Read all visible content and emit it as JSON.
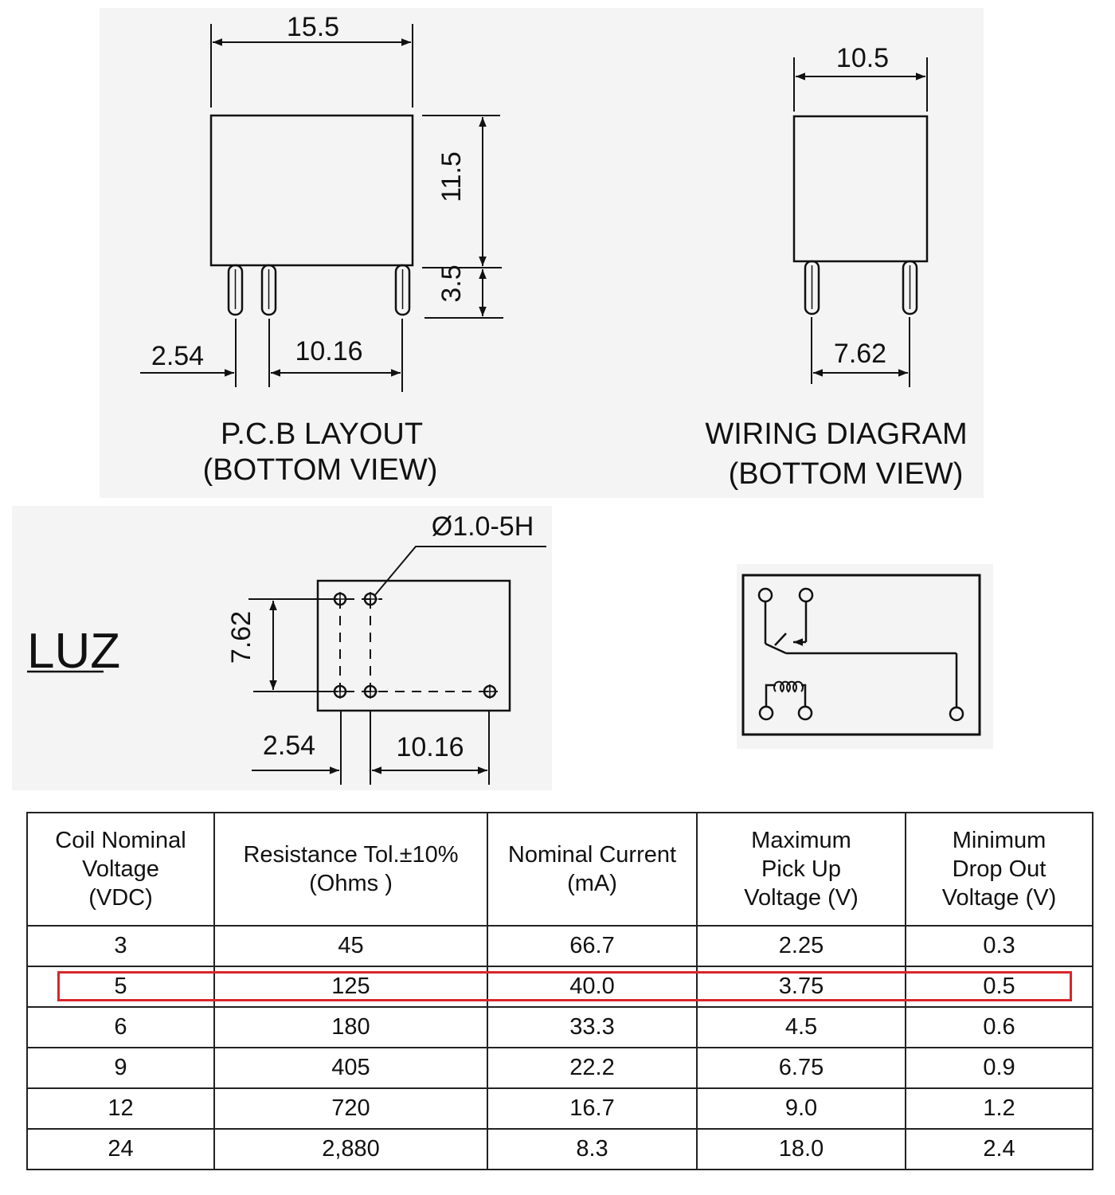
{
  "pcb_layout": {
    "width_dim": "15.5",
    "height_dim": "11.5",
    "pin_length_dim": "3.5",
    "pitch_a": "2.54",
    "pitch_b": "10.16",
    "caption_line1": "P.C.B LAYOUT",
    "caption_line2": "(BOTTOM VIEW)"
  },
  "wiring_diagram": {
    "width_dim": "10.5",
    "pin_spacing_dim": "7.62",
    "caption_line1": "WIRING DIAGRAM",
    "caption_line2": "(BOTTOM VIEW)"
  },
  "footprint": {
    "model_label": "LUZ",
    "hole_label": "Ø1.0-5H",
    "row_spacing": "7.62",
    "pitch_a": "2.54",
    "pitch_b": "10.16"
  },
  "spec_table": {
    "headers": [
      [
        "Coil Nominal",
        "Voltage",
        "(VDC)"
      ],
      [
        "Resistance Tol.±10%",
        "(Ohms )"
      ],
      [
        "Nominal Current",
        "(mA)"
      ],
      [
        "Maximum",
        "Pick Up",
        "Voltage (V)"
      ],
      [
        "Minimum",
        "Drop Out",
        "Voltage (V)"
      ]
    ],
    "rows": [
      [
        "3",
        "45",
        "66.7",
        "2.25",
        "0.3"
      ],
      [
        "5",
        "125",
        "40.0",
        "3.75",
        "0.5"
      ],
      [
        "6",
        "180",
        "33.3",
        "4.5",
        "0.6"
      ],
      [
        "9",
        "405",
        "22.2",
        "6.75",
        "0.9"
      ],
      [
        "12",
        "720",
        "16.7",
        "9.0",
        "1.2"
      ],
      [
        "24",
        "2,880",
        "8.3",
        "18.0",
        "2.4"
      ]
    ],
    "highlighted_row": 1,
    "highlight_color": "#d8262c"
  }
}
